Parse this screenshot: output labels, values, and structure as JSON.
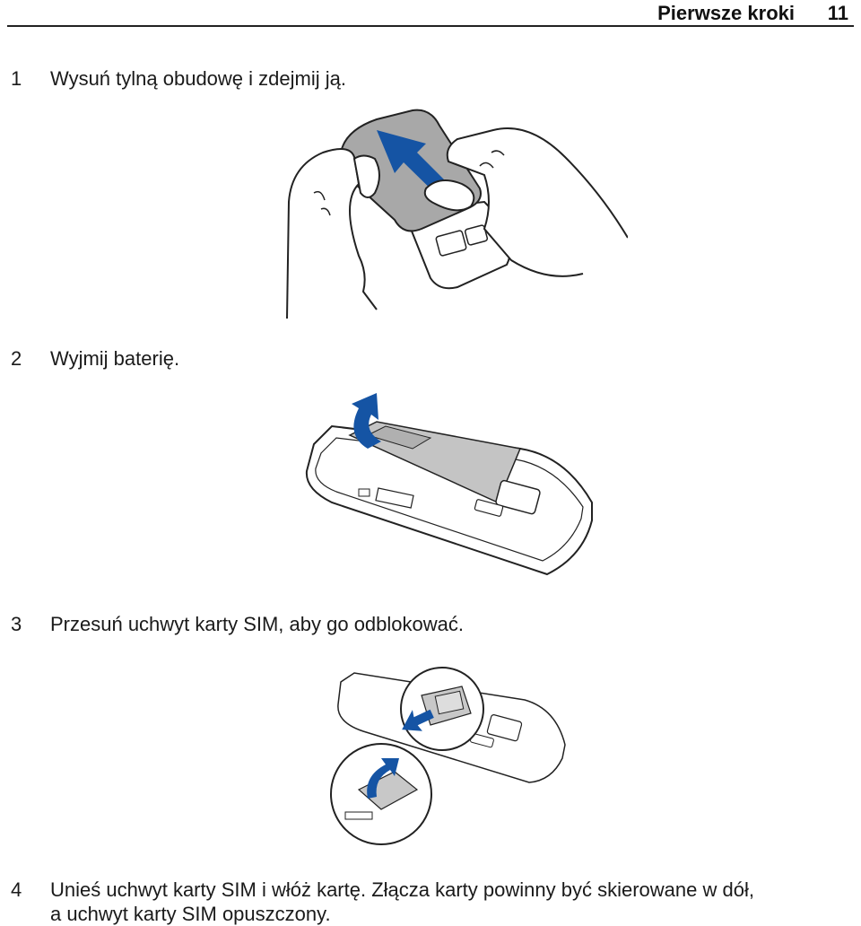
{
  "header": {
    "section": "Pierwsze kroki",
    "page_number": "11"
  },
  "steps": [
    {
      "number": "1",
      "text": "Wysuń tylną obudowę i zdejmij ją."
    },
    {
      "number": "2",
      "text": "Wyjmij baterię."
    },
    {
      "number": "3",
      "text": "Przesuń uchwyt karty SIM, aby go odblokować."
    },
    {
      "number": "4",
      "text": "Unieś uchwyt karty SIM i włóż kartę. Złącza karty powinny być skierowane w dół,",
      "text_line2": "a uchwyt karty SIM opuszczony."
    }
  ],
  "colors": {
    "arrow_blue": "#1554a4",
    "cover_gray": "#a8a8a8",
    "battery_gray": "#c4c4c4",
    "line": "#222222"
  }
}
